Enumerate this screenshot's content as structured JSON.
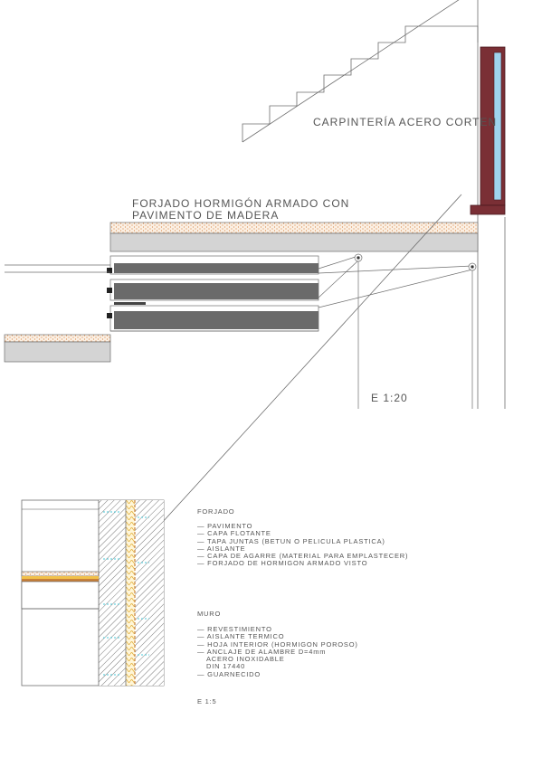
{
  "upper": {
    "carpinteria_label": "CARPINTERÍA ACERO CORTEN",
    "forjado_title_line1": "FORJADO HORMIGÓN ARMADO CON",
    "forjado_title_line2": "PAVIMENTO DE MADERA",
    "scale": "E 1:20"
  },
  "legend": {
    "forjado_title": "FORJADO",
    "forjado_items": [
      "— PAVIMENTO",
      "— CAPA FLOTANTE",
      "— TAPA JUNTAS (BETUN O PELICULA PLASTICA)",
      "— AISLANTE",
      "— CAPA DE AGARRE (MATERIAL PARA EMPLASTECER)",
      "— FORJADO DE HORMIGON ARMADO VISTO"
    ],
    "muro_title": "MURO",
    "muro_items": [
      "— REVESTIMIENTO",
      "— AISLANTE TERMICO",
      "— HOJA INTERIOR   (HORMIGON POROSO)",
      "— ANCLAJE DE ALAMBRE D=4mm",
      "ACERO INOXIDABLE",
      "DIN 17440",
      "— GUARNECIDO"
    ],
    "scale": "E 1:5"
  },
  "colors": {
    "line": "#6e6e6e",
    "corten": "#7a2f35",
    "glass": "#9fd3ee",
    "slab_gray": "#d4d4d4",
    "step_gray": "#6a6a6a",
    "floor_pattern": "#d98a4a",
    "insulation": "#f2c14a",
    "wood_strip": "#c8803a",
    "cyan_dash": "#4ac8d8"
  }
}
